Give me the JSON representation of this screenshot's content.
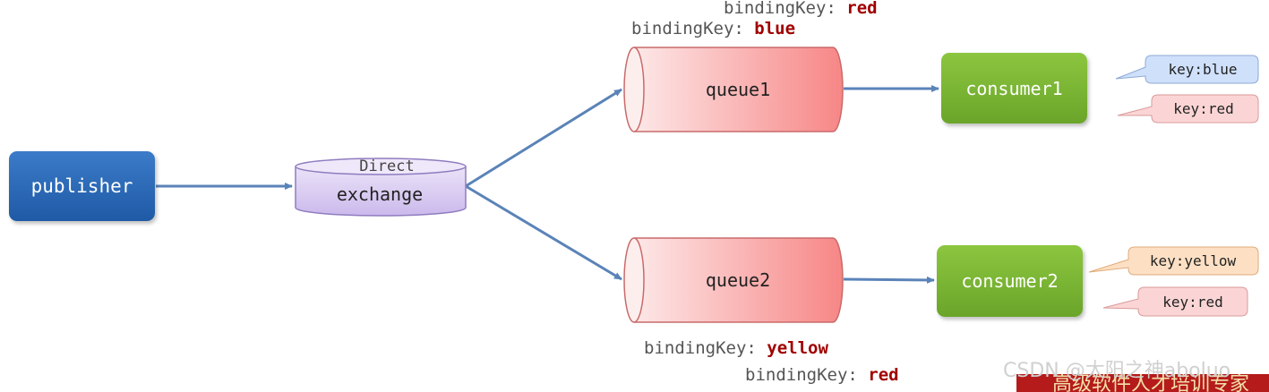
{
  "nodes": {
    "publisher": "publisher",
    "exchange_type": "Direct",
    "exchange": "exchange",
    "queue1": "queue1",
    "queue2": "queue2",
    "consumer1": "consumer1",
    "consumer2": "consumer2"
  },
  "bindings": {
    "q1_red_key": "bindingKey:",
    "q1_red_value": "red",
    "q1_blue_key": "bindingKey:",
    "q1_blue_value": "blue",
    "q2_yellow_key": "bindingKey:",
    "q2_yellow_value": "yellow",
    "q2_red_key": "bindingKey:",
    "q2_red_value": "red"
  },
  "bubbles": {
    "c1_blue": "key:blue",
    "c1_red": "key:red",
    "c2_yellow": "key:yellow",
    "c2_red": "key:red"
  },
  "watermark": "CSDN @太阳之神aboluo",
  "banner": "高级软件人才培训专家",
  "colors": {
    "publisher": "#2a69b5",
    "exchange": "#d9ccf0",
    "queue": "#f98f8f",
    "consumer": "#7ab434",
    "arrow": "#5a83b8",
    "binding_value": "#a00000",
    "bubble_blue": "#cfe0fb",
    "bubble_red": "#fbd5d5",
    "bubble_yellow": "#fde0c4"
  }
}
